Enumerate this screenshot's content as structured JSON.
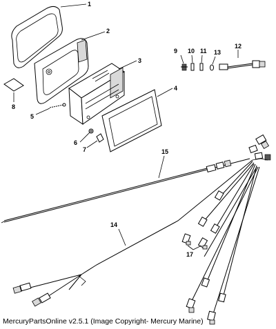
{
  "caption": "MercuryPartsOnline v2.5.1 (Image Copyright- Mercury Marine)",
  "callouts": {
    "c1": "1",
    "c2": "2",
    "c3": "3",
    "c4": "4",
    "c5": "5",
    "c6": "6",
    "c7": "7",
    "c8": "8",
    "c9": "9",
    "c10": "10",
    "c11": "11",
    "c12": "12",
    "c13": "13",
    "c14": "14",
    "c15": "15",
    "c17": "17"
  }
}
